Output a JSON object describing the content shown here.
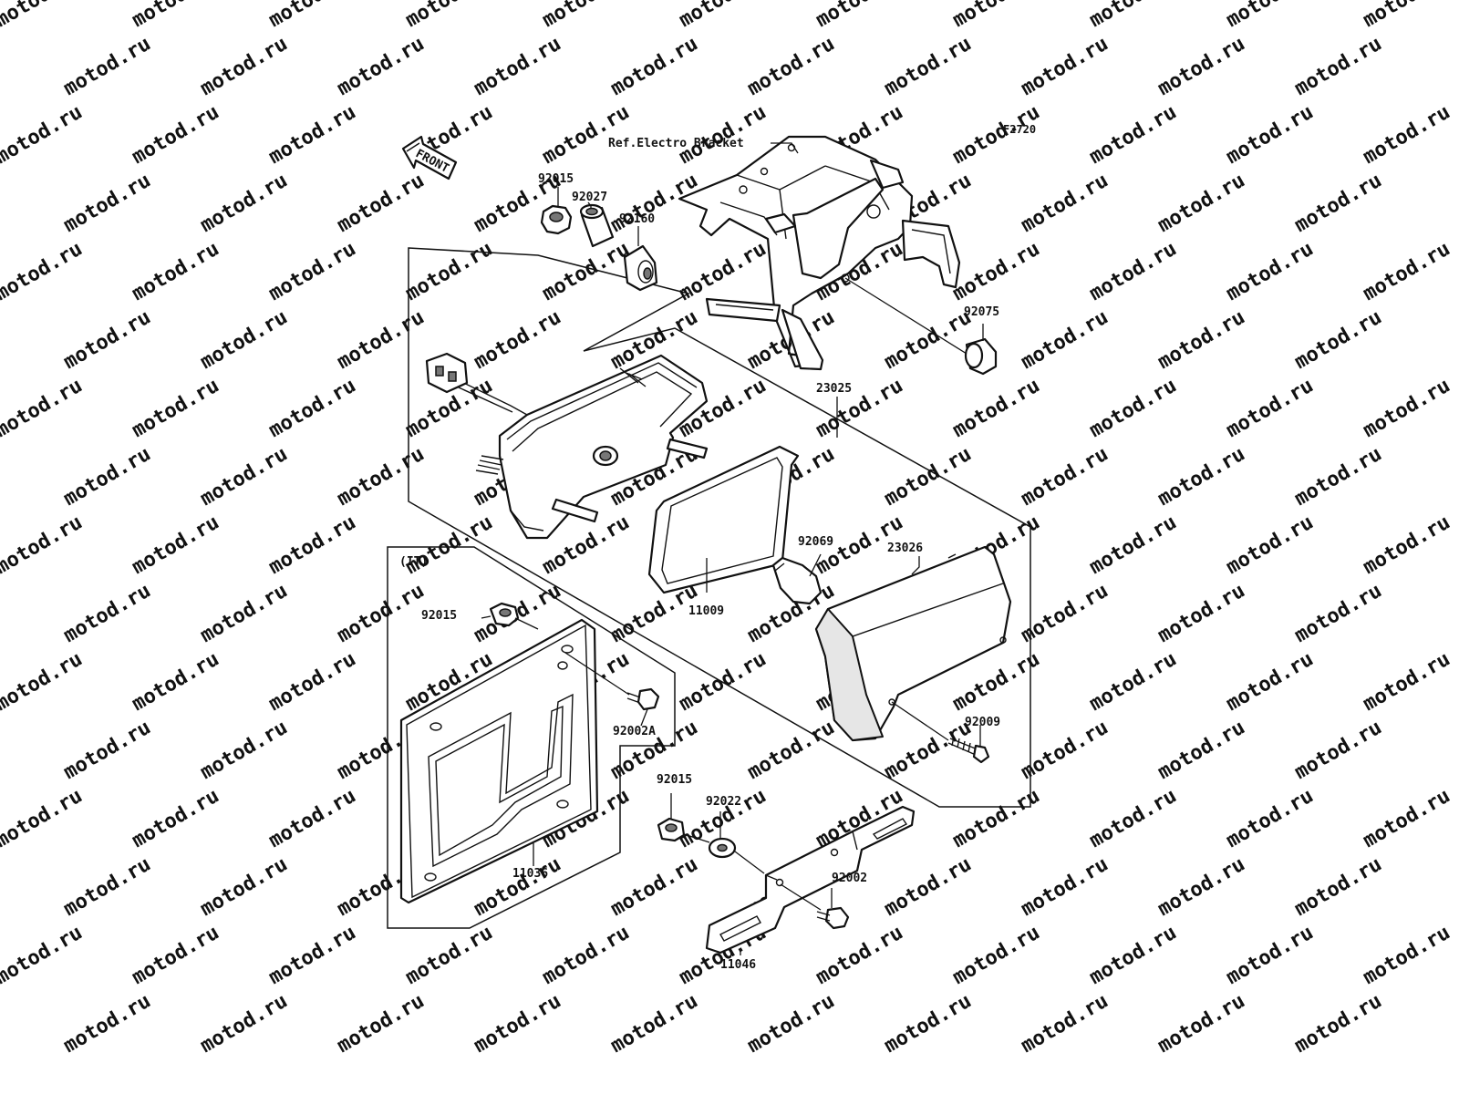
{
  "diagram": {
    "code": "F2720",
    "ref_label": "Ref.Electro Bracket",
    "front_label": "FRONT",
    "region_label": "(IT)",
    "parts": [
      {
        "id": "p-92015-a",
        "label": "92015"
      },
      {
        "id": "p-92027",
        "label": "92027"
      },
      {
        "id": "p-92160",
        "label": "92160"
      },
      {
        "id": "p-92075",
        "label": "92075"
      },
      {
        "id": "p-23025",
        "label": "23025"
      },
      {
        "id": "p-92069",
        "label": "92069"
      },
      {
        "id": "p-23026",
        "label": "23026"
      },
      {
        "id": "p-11009",
        "label": "11009"
      },
      {
        "id": "p-92015-b",
        "label": "92015"
      },
      {
        "id": "p-92002a",
        "label": "92002A"
      },
      {
        "id": "p-92009",
        "label": "92009"
      },
      {
        "id": "p-92015-c",
        "label": "92015"
      },
      {
        "id": "p-92022",
        "label": "92022"
      },
      {
        "id": "p-92002",
        "label": "92002"
      },
      {
        "id": "p-11036",
        "label": "11036"
      },
      {
        "id": "p-11046",
        "label": "11046"
      }
    ],
    "watermark": "motod.ru"
  }
}
